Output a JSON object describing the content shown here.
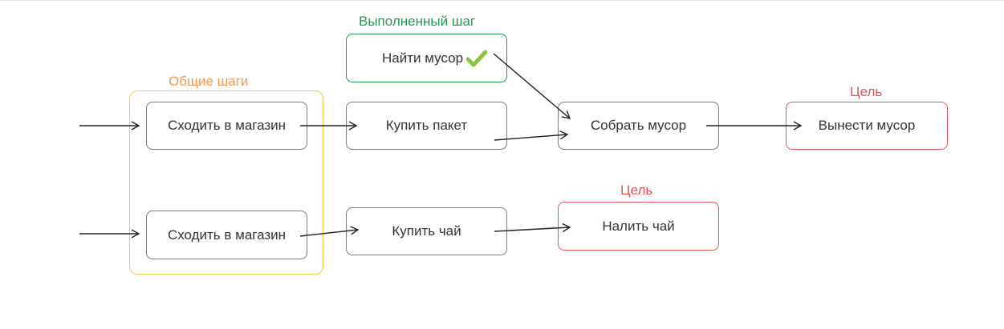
{
  "labels": {
    "done_step": "Выполненный шаг",
    "common_steps": "Общие шаги",
    "goal_1": "Цель",
    "goal_2": "Цель"
  },
  "nodes": {
    "find_trash": "Найти мусор",
    "go_shop_1": "Сходить в магазин",
    "buy_bag": "Купить пакет",
    "collect_trash": "Собрать мусор",
    "take_out_trash": "Вынести мусор",
    "go_shop_2": "Сходить в магазин",
    "buy_tea": "Купить чай",
    "pour_tea": "Налить чай"
  },
  "colors": {
    "done": "#1e9a4e",
    "check": "#8cc63f",
    "common": "#f2c94c",
    "common_label": "#f2994a",
    "goal": "#e05555",
    "node_border": "#7a7a7a",
    "text": "#333333",
    "edge": "#222222"
  },
  "icons": {
    "done_mark": "check-icon"
  }
}
